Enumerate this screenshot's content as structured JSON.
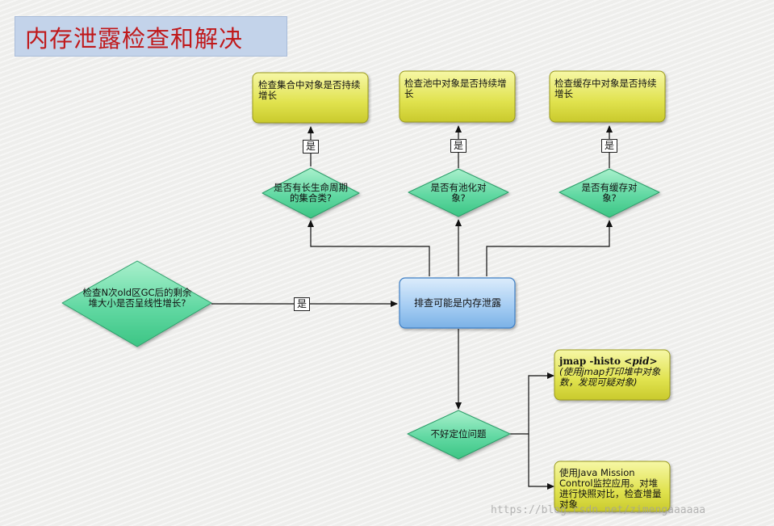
{
  "title": "内存泄露检查和解决",
  "start_node": "检查N次old区GC后的剩余堆大小是否呈线性增长?",
  "center_node": "排查可能是内存泄露",
  "decisions": {
    "collection": "是否有长生命周期的集合类?",
    "pool": "是否有池化对象?",
    "cache": "是否有缓存对象?",
    "locate": "不好定位问题"
  },
  "actions": {
    "collection": "检查集合中对象是否持续增长",
    "pool": "检查池中对象是否持续增长",
    "cache": "检查缓存中对象是否持续增长",
    "jmap_cmd": "jmap -histo ",
    "jmap_arg": "<pid>",
    "jmap_desc": "(使用jmap打印堆中对象数，发现可疑对象)",
    "jmc": "使用Java Mission Control监控应用。对堆进行快照对比，检查增量对象"
  },
  "yes_label": "是",
  "watermark": "https://blog.csdn.net/zimengaaaaaa",
  "colors": {
    "title_text": "#c0191b",
    "title_bg": "#c3d3ea",
    "decision_fill": "#5ed6a0",
    "action_fill": "#e2e45a",
    "center_fill": "#9cc7f1"
  }
}
